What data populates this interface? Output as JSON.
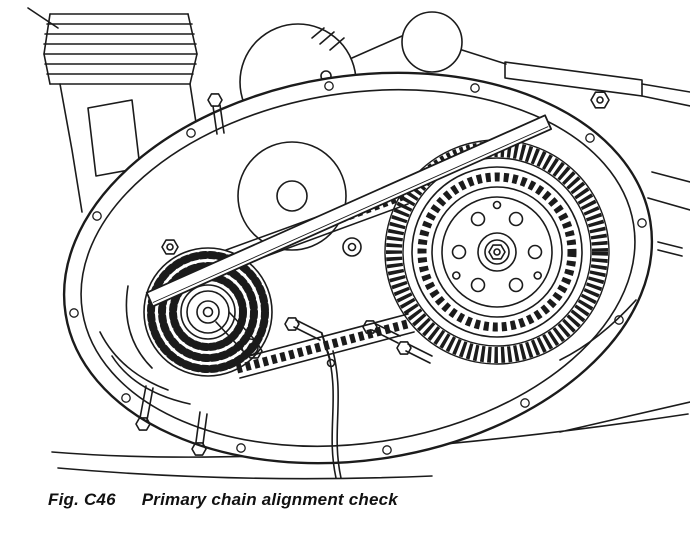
{
  "figure": {
    "label": "Fig. C46",
    "caption": "Primary chain alignment check"
  },
  "illustration": {
    "description": "Line drawing of a motorcycle primary drive: a straight edge laid across the engine sprocket and clutch sprocket to check chain alignment",
    "parts": [
      "cylinder-fins",
      "primary-chaincase",
      "engine-sprocket",
      "triplex-primary-chain",
      "clutch-sprocket",
      "straight-edge",
      "chain-adjuster",
      "clutch-cable"
    ]
  },
  "colors": {
    "ink": "#1b1b1b",
    "paper": "#ffffff"
  }
}
